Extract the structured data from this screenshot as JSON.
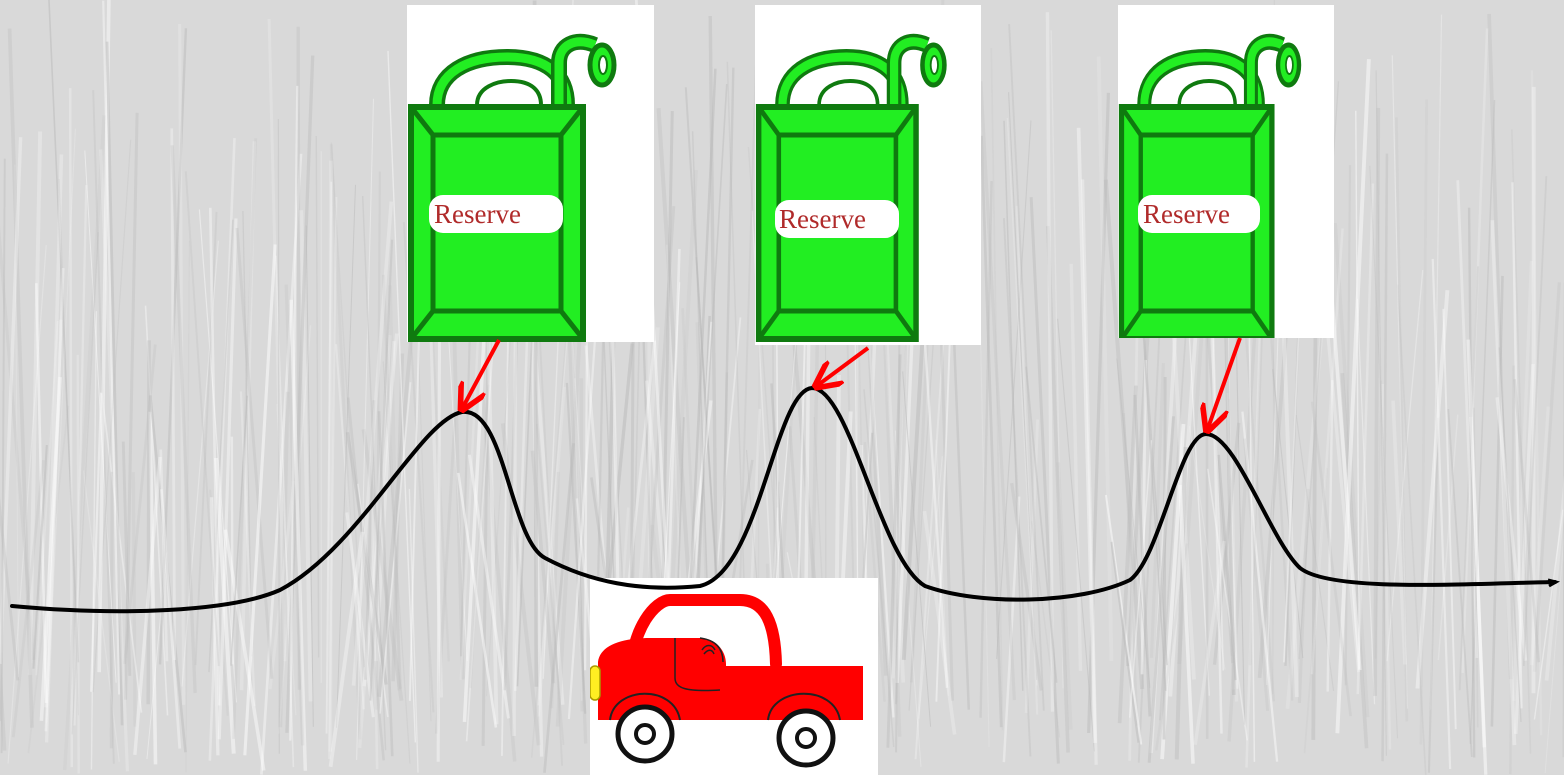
{
  "cans": [
    {
      "label": "Reserve",
      "icon": "fuel-can-icon"
    },
    {
      "label": "Reserve",
      "icon": "fuel-can-icon"
    },
    {
      "label": "Reserve",
      "icon": "fuel-can-icon"
    }
  ],
  "colors": {
    "background": "#d9d9d9",
    "can_fill": "#22ee22",
    "can_outline": "#0f7a0f",
    "label_text": "#b02a2a",
    "arrow": "#ff0000",
    "curve": "#000000",
    "truck": "#ff0000",
    "headlight": "#ffee22"
  },
  "truck": {
    "icon": "truck-icon"
  }
}
